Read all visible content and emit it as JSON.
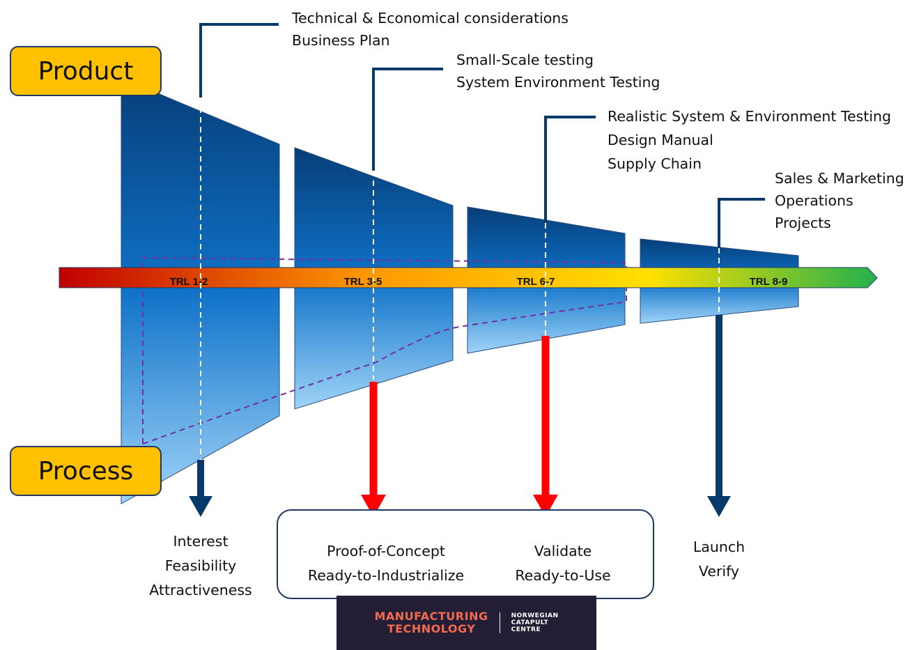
{
  "product_label": "Product",
  "process_label": "Process",
  "trl_bar": {
    "labels": [
      "TRL 1-2",
      "TRL 3-5",
      "TRL 6-7",
      "TRL 8-9"
    ],
    "colors": [
      "#c00000",
      "#ff9900",
      "#ffe000",
      "#22b14c"
    ]
  },
  "stage_notes": [
    [
      "Technical & Economical considerations",
      "Business Plan"
    ],
    [
      "Small-Scale testing",
      "System Environment Testing"
    ],
    [
      "Realistic System & Environment Testing",
      "Design Manual",
      "Supply Chain"
    ],
    [
      "Sales & Marketing",
      "Operations",
      "Projects"
    ]
  ],
  "outcomes": {
    "stage1": [
      "Interest",
      "Feasibility",
      "Attractiveness"
    ],
    "stage2": [
      "Proof-of-Concept",
      "Ready-to-Industrialize"
    ],
    "stage3": [
      "Validate",
      "Ready-to-Use"
    ],
    "stage4": [
      "Launch",
      "Verify"
    ]
  },
  "logo": {
    "line1": "MANUFACTURING",
    "line2": "TECHNOLOGY",
    "org1": "NORWEGIAN",
    "org2": "CATAPULT",
    "org3": "CENTRE"
  },
  "colors": {
    "funnel_top": "#063e78",
    "funnel_mid": "#0f72c8",
    "funnel_bottom": "#9fd4f8",
    "leader_line": "#073a6a",
    "red_arrow": "#ff0000",
    "accent_box": "#ffc000",
    "dashed_curve": "#7030a0"
  }
}
